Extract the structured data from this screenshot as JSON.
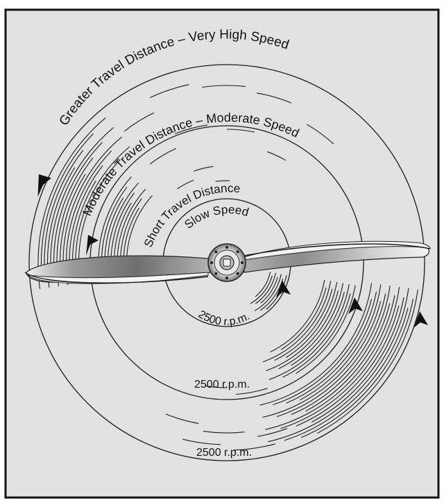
{
  "colors": {
    "background": "#e2e2e2",
    "frame": "#111111",
    "ink": "#1a1a1a",
    "blade_dark": "#7c7c7c",
    "blade_light": "#e6e6e6"
  },
  "labels": {
    "outer_arc": "Greater Travel Distance – Very High Speed",
    "middle_arc": "Moderate Travel Distance – Moderate Speed",
    "inner_arc_line1": "Short Travel Distance",
    "inner_arc_line2": "Slow Speed",
    "rpm_inner": "2500 r.p.m.",
    "rpm_middle": "2500 r.p.m.",
    "rpm_outer": "2500 r.p.m."
  },
  "icons": {
    "arrows": "arrowhead-icon",
    "hub": "propeller-hub-icon"
  }
}
